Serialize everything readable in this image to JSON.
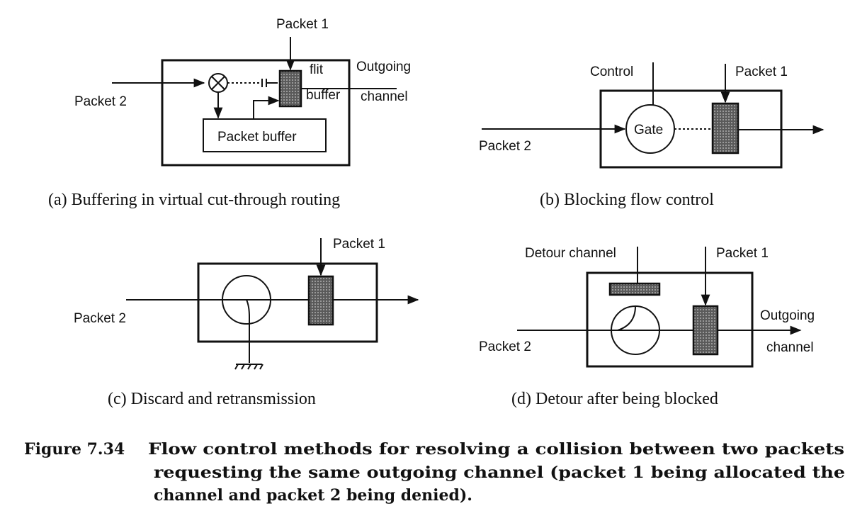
{
  "panel_a": {
    "packet1": "Packet 1",
    "packet2": "Packet 2",
    "flit": "flit",
    "buffer": "buffer",
    "outgoing": "Outgoing",
    "channel": "channel",
    "packet_buffer": "Packet buffer",
    "caption": "(a) Buffering in virtual cut-through routing"
  },
  "panel_b": {
    "control": "Control",
    "packet1": "Packet 1",
    "packet2": "Packet 2",
    "gate": "Gate",
    "caption": "(b) Blocking flow control"
  },
  "panel_c": {
    "packet1": "Packet 1",
    "packet2": "Packet 2",
    "caption": "(c) Discard and retransmission"
  },
  "panel_d": {
    "detour_channel": "Detour channel",
    "packet1": "Packet 1",
    "outgoing": "Outgoing",
    "packet2": "Packet 2",
    "channel": "channel",
    "caption": "(d) Detour after being blocked"
  },
  "figure": {
    "number": "Figure 7.34",
    "line1": "Flow control methods for resolving a collision between two packets",
    "line2": "requesting the same outgoing channel (packet 1 being allocated the",
    "line3": "channel and packet 2 being denied)."
  }
}
